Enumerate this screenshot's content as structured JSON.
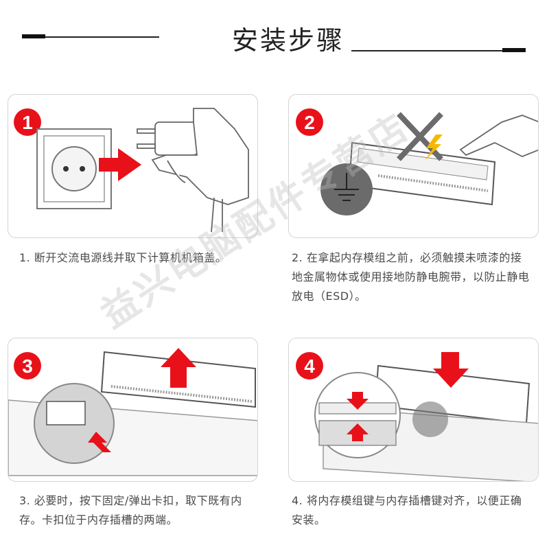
{
  "header": {
    "title": "安装步骤"
  },
  "steps": [
    {
      "number": "1",
      "text": "1. 断开交流电源线并取下计算机机箱盖。"
    },
    {
      "number": "2",
      "text": "2. 在拿起内存模组之前，必须触摸未喷漆的接地金属物体或使用接地防静电腕带，以防止静电放电（ESD）。"
    },
    {
      "number": "3",
      "text": "3. 必要时，按下固定/弹出卡扣，取下既有内存。卡扣位于内存插槽的两端。"
    },
    {
      "number": "4",
      "text": "4. 将内存模组键与内存插槽键对齐，以便正确安装。"
    }
  ],
  "watermark": {
    "text": "益兴电脑配件专营店"
  },
  "colors": {
    "accent_red": "#e8111a",
    "ground_gray": "#6b6b6b",
    "panel_border": "#d4d4d4"
  },
  "icons": [
    "power-socket-icon",
    "ground-symbol-icon",
    "static-bolt-icon",
    "arrow-icon",
    "memory-module-icon"
  ]
}
